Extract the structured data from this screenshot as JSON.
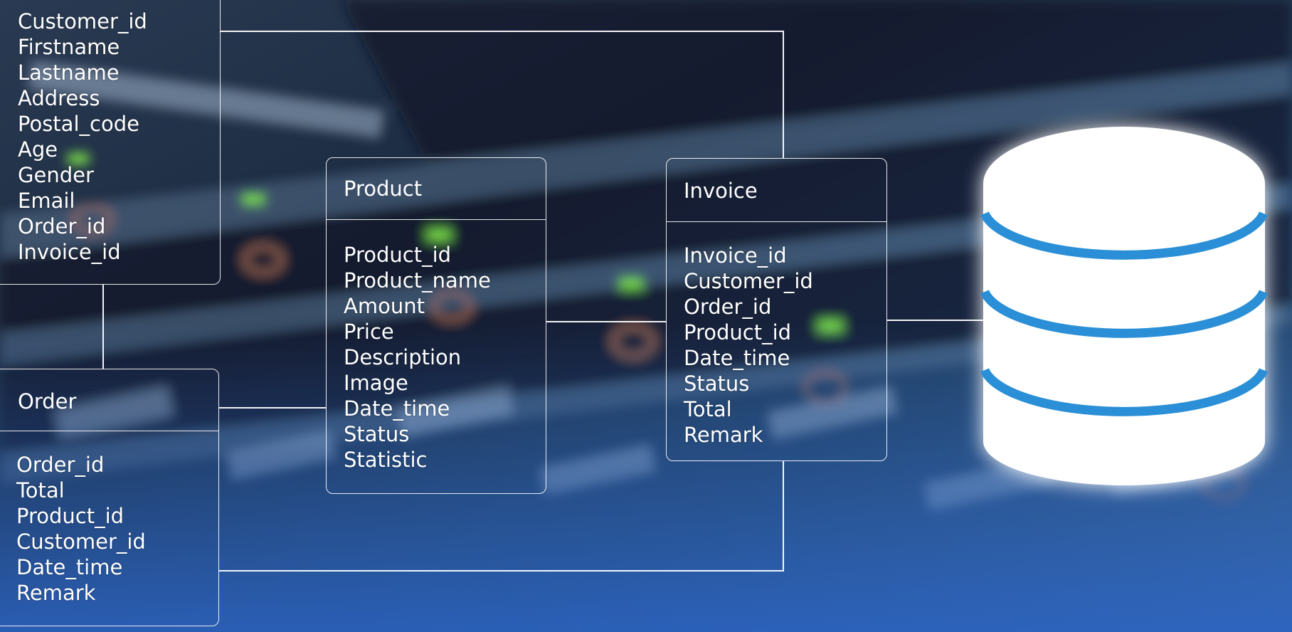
{
  "tables": {
    "customer": {
      "title": "",
      "fields": [
        "Customer_id",
        "Firstname",
        "Lastname",
        "Address",
        "Postal_code",
        "Age",
        "Gender",
        "Email",
        "Order_id",
        "Invoice_id"
      ]
    },
    "product": {
      "title": "Product",
      "fields": [
        "Product_id",
        "Product_name",
        "Amount",
        "Price",
        "Description",
        "Image",
        "Date_time",
        "Status",
        "Statistic"
      ]
    },
    "invoice": {
      "title": "Invoice",
      "fields": [
        "Invoice_id",
        "Customer_id",
        "Order_id",
        "Product_id",
        "Date_time",
        "Status",
        "Total",
        "Remark"
      ]
    },
    "order": {
      "title": "Order",
      "fields": [
        "Order_id",
        "Total",
        "Product_id",
        "Customer_id",
        "Date_time",
        "Remark"
      ]
    }
  },
  "colors": {
    "line": "#ffffff",
    "db_stripe": "#2a8fd6",
    "db_glow": "#5fb8ff",
    "bg_dark": "#0e1a2c",
    "bg_blue": "#2f6fc0"
  },
  "icon": "database-icon"
}
